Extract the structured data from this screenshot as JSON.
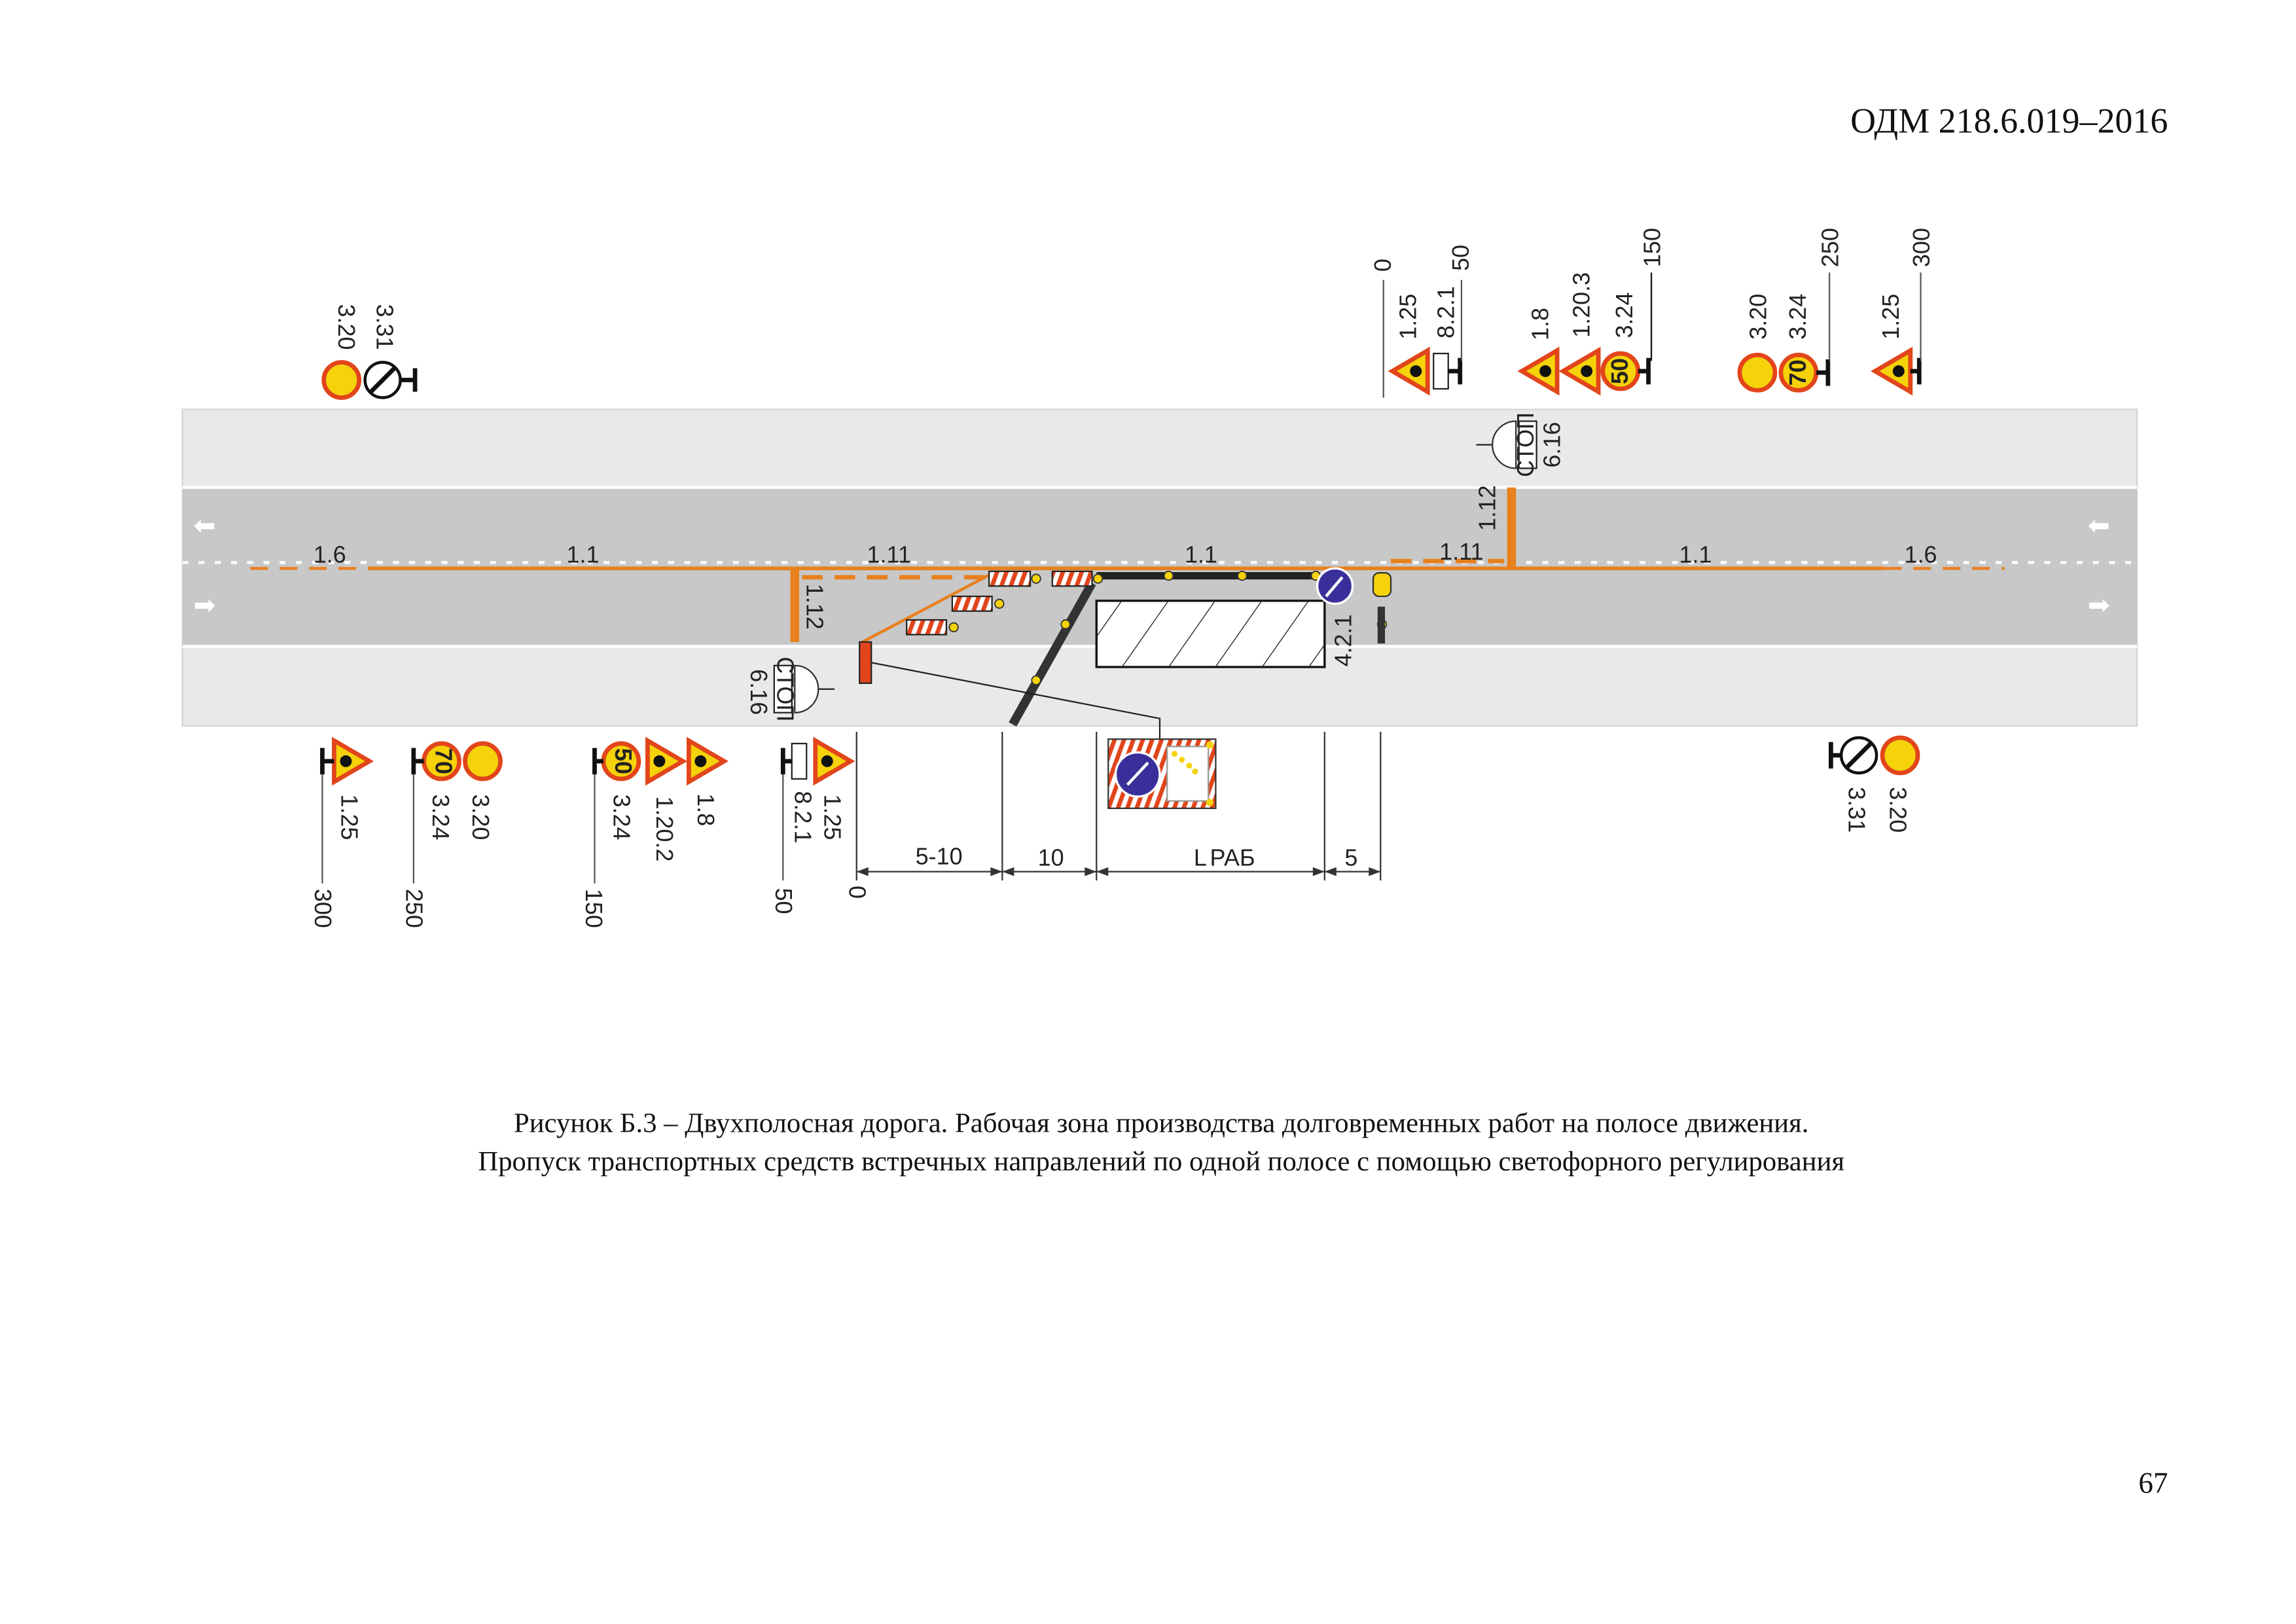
{
  "header": {
    "doc_code": "ОДМ 218.6.019–2016"
  },
  "page_number": "67",
  "caption": {
    "line1": "Рисунок Б.3 – Двухполосная дорога. Рабочая зона производства долговременных работ на полосе движения.",
    "line2": "Пропуск транспортных средств встречных направлений по одной полосе с помощью светофорного регулирования"
  },
  "markings": {
    "left_1_6": "1.6",
    "left_1_1": "1.1",
    "mid_1_11": "1.11",
    "mid_1_1": "1.1",
    "right_1_11": "1.11",
    "right_1_1": "1.1",
    "right_1_6": "1.6",
    "stop_line_left": "1.12",
    "stop_line_right": "1.12"
  },
  "signs_top": {
    "g1": [
      "3.20",
      "3.31"
    ],
    "g2": [
      "1.25",
      "8.2.1"
    ],
    "g3": [
      "1.8",
      "1.20.3",
      "3.24"
    ],
    "g4": [
      "3.20",
      "3.24"
    ],
    "g5": [
      "1.25"
    ],
    "stop_sign": "6.16",
    "stop_word": "СТОП",
    "speed_50": "50",
    "speed_70": "70"
  },
  "signs_bottom": {
    "g1": [
      "1.25"
    ],
    "g2": [
      "3.24",
      "3.20"
    ],
    "g3": [
      "3.24",
      "1.20.2",
      "1.8"
    ],
    "g4": [
      "1.25",
      "8.2.1"
    ],
    "g5": [
      "3.31",
      "3.20"
    ],
    "stop_sign": "6.16",
    "stop_word": "СТОП",
    "speed_50": "50",
    "speed_70": "70"
  },
  "keep_right_sign": "4.2.1",
  "distances_top": [
    "0",
    "50",
    "150",
    "250",
    "300"
  ],
  "distances_bottom": [
    "300",
    "250",
    "150",
    "50",
    "0"
  ],
  "dimensions": {
    "d1": "5-10",
    "d2": "10",
    "d3_main": "L",
    "d3_sub": "РАБ",
    "d4": "5"
  },
  "colors": {
    "orange": "#e8801e",
    "road": "#c8c8c8",
    "shoulder": "#e9e9e9",
    "sign_yellow": "#f5d20a",
    "sign_red": "#e2451b",
    "blue": "#3a2f9a"
  }
}
